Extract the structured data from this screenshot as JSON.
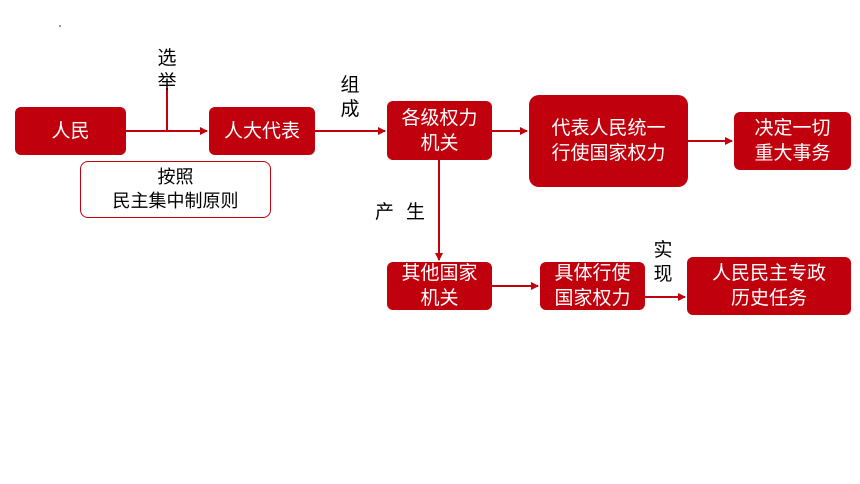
{
  "colors": {
    "accent": "#c0000c",
    "text_on_accent": "#ffffff",
    "text": "#000000"
  },
  "nodes": {
    "people": "人民",
    "npc": "人大代表",
    "power_organs": [
      "各级权力",
      "机关"
    ],
    "represent": [
      "代表人民统一",
      "行使国家权力"
    ],
    "decide": [
      "决定一切",
      "重大事务"
    ],
    "other_organs": [
      "其他国家",
      "机关"
    ],
    "exercise": [
      "具体行使",
      "国家权力"
    ],
    "task": [
      "人民民主专政",
      "历史任务"
    ]
  },
  "labels": {
    "elect": [
      "选",
      "举"
    ],
    "compose": [
      "组",
      "成"
    ],
    "produce": "产  生",
    "realize": [
      "实",
      "现"
    ]
  },
  "note": [
    "按照",
    "民主集中制原则"
  ]
}
